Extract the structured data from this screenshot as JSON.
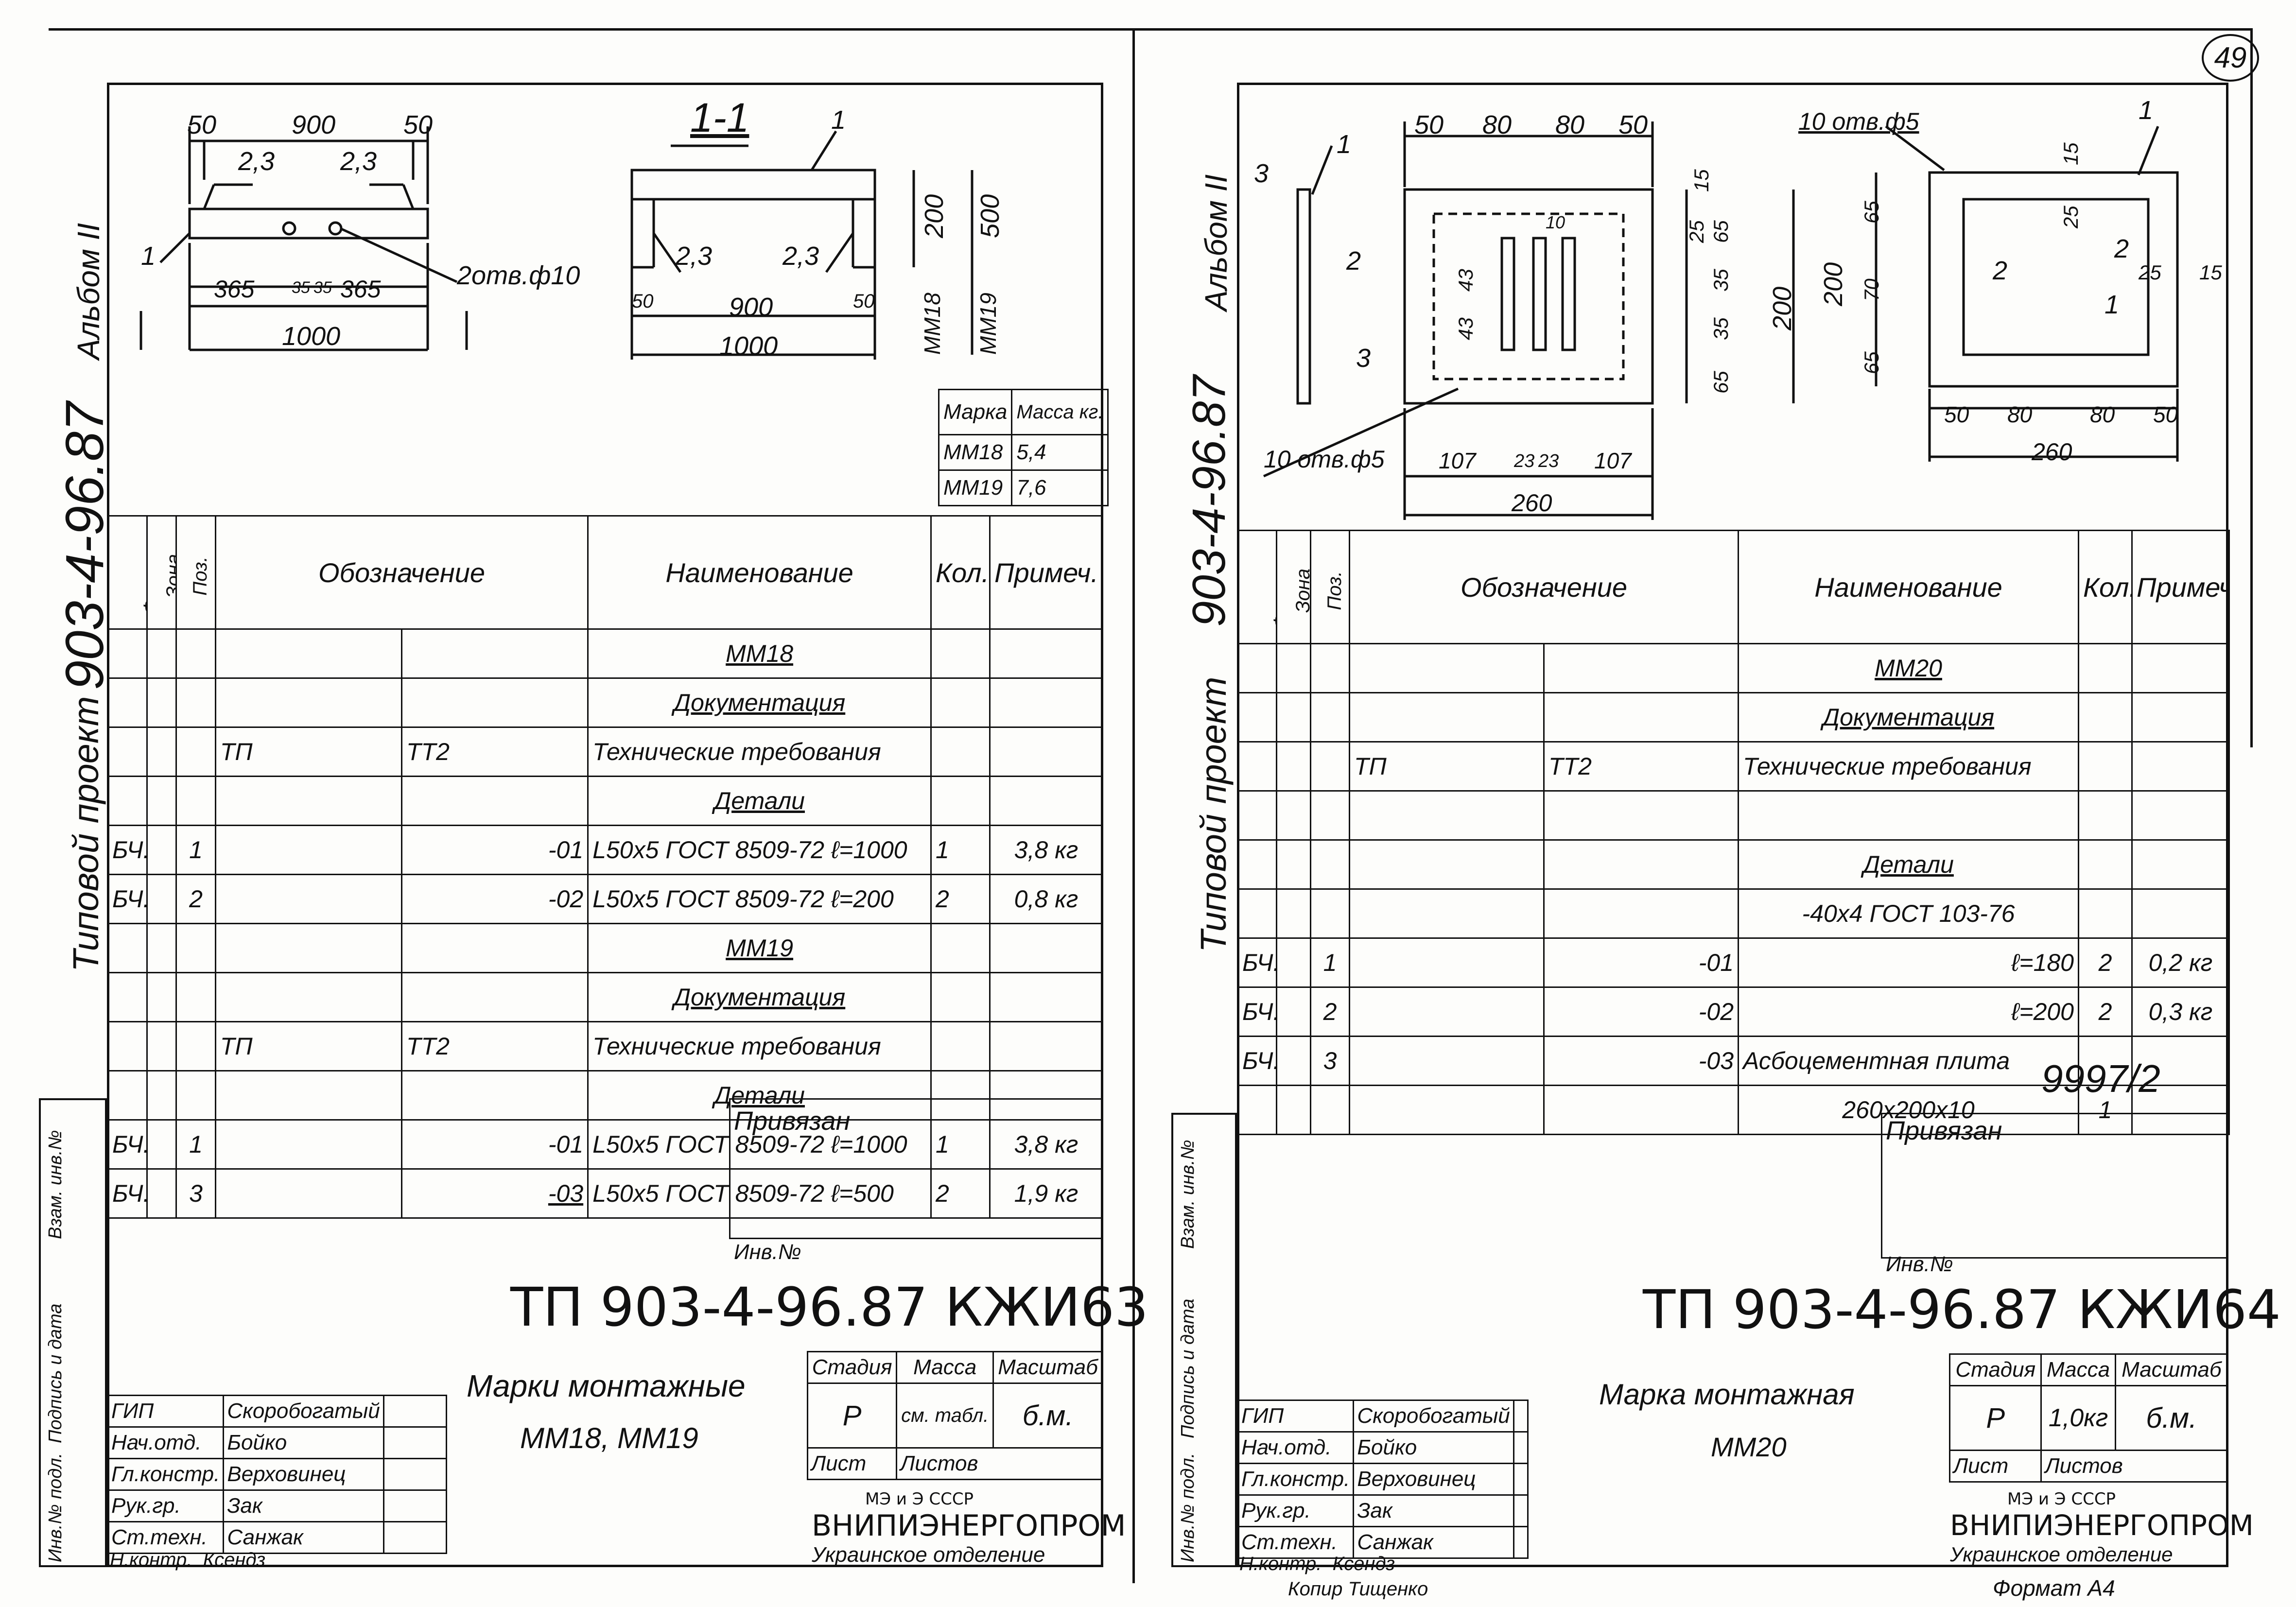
{
  "page_number": "49",
  "left": {
    "side_project": "Типовой проект",
    "side_code": "903-4-96.87",
    "side_album": "Альбом II",
    "drawing": {
      "dims_top": [
        "50",
        "900",
        "50"
      ],
      "weld": [
        "2,3",
        "2,3"
      ],
      "dims_bottom": [
        "365",
        "35",
        "35",
        "365",
        "1000"
      ],
      "holes": "2отв.ф10",
      "callout": "1",
      "section_title": "1-1",
      "section_callout": "1",
      "section_weld": [
        "2,3",
        "2,3"
      ],
      "section_dims": [
        "50",
        "900",
        "50",
        "1000"
      ],
      "section_heights": [
        "200",
        "500"
      ],
      "section_marks": [
        "ММ18",
        "ММ19"
      ]
    },
    "mass_table": {
      "headers": [
        "Марка",
        "Масса кг."
      ],
      "rows": [
        [
          "ММ18",
          "5,4"
        ],
        [
          "ММ19",
          "7,6"
        ]
      ]
    },
    "spec": {
      "headers": [
        "Формат",
        "Зона",
        "Поз.",
        "Обозначение",
        "Наименование",
        "Кол.",
        "Примеч."
      ],
      "rows": [
        [
          "",
          "",
          "",
          "",
          "",
          "ММ18",
          "",
          ""
        ],
        [
          "",
          "",
          "",
          "",
          "",
          "Документация",
          "",
          ""
        ],
        [
          "",
          "",
          "",
          "ТП",
          "ТТ2",
          "Технические требования",
          "",
          ""
        ],
        [
          "",
          "",
          "",
          "",
          "",
          "Детали",
          "",
          ""
        ],
        [
          "БЧ.",
          "",
          "1",
          "",
          "-01",
          "L50x5 ГОСТ 8509-72 ℓ=1000",
          "1",
          "3,8 кг"
        ],
        [
          "БЧ.",
          "",
          "2",
          "",
          "-02",
          "L50x5 ГОСТ 8509-72 ℓ=200",
          "2",
          "0,8 кг"
        ],
        [
          "",
          "",
          "",
          "",
          "",
          "ММ19",
          "",
          ""
        ],
        [
          "",
          "",
          "",
          "",
          "",
          "Документация",
          "",
          ""
        ],
        [
          "",
          "",
          "",
          "ТП",
          "ТТ2",
          "Технические требования",
          "",
          ""
        ],
        [
          "",
          "",
          "",
          "",
          "",
          "Детали",
          "",
          ""
        ],
        [
          "БЧ.",
          "",
          "1",
          "",
          "-01",
          "L50x5 ГОСТ 8509-72 ℓ=1000",
          "1",
          "3,8 кг"
        ],
        [
          "БЧ.",
          "",
          "3",
          "",
          "-03",
          "L50x5 ГОСТ 8509-72 ℓ=500",
          "2",
          "1,9 кг"
        ]
      ]
    },
    "side_stamps": [
      "Инв.№ подл.",
      "Подпись и дата",
      "Взам. инв.№"
    ],
    "privyazan": "Привязан",
    "inv_no": "Инв.№",
    "title_code": "ТП   903-4-96.87   КЖИ63",
    "title_name": "Марки монтажные",
    "title_sub": "ММ18, ММ19",
    "stage_headers": [
      "Стадия",
      "Масса",
      "Масштаб"
    ],
    "stage_values": [
      "Р",
      "см. табл.",
      "б.м."
    ],
    "sheet_headers": [
      "Лист",
      "Листов"
    ],
    "people": [
      [
        "ГИП",
        "Скоробогатый"
      ],
      [
        "Нач.отд.",
        "Бойко"
      ],
      [
        "Гл.констр.",
        "Верховинец"
      ],
      [
        "Рук.гр.",
        "Зак"
      ],
      [
        "Ст.техн.",
        "Санжак"
      ],
      [
        "Н.контр.",
        "Ксендз"
      ]
    ],
    "org_top": "МЭ и Э СССР",
    "org_name": "ВНИПИЭНЕРГОПРОМ",
    "org_sub": "Украинское отделение"
  },
  "right": {
    "side_project": "Типовой проект",
    "side_code": "903-4-96.87",
    "side_album": "Альбом II",
    "drawing": {
      "dims_top": [
        "50",
        "80",
        "80",
        "50"
      ],
      "callouts": [
        "3",
        "1",
        "2",
        "3",
        "1",
        "2",
        "2",
        "1"
      ],
      "dims_right": [
        "15",
        "25",
        "65",
        "35",
        "35",
        "65",
        "200"
      ],
      "dims_left": [
        "43",
        "43"
      ],
      "slot": "10",
      "holes": "10 отв.ф5",
      "dims_bottom": [
        "107",
        "23",
        "23",
        "107",
        "260"
      ],
      "plan_holes": "10 отв.ф5",
      "plan_dims_top": [
        "15",
        "25",
        "25",
        "15"
      ],
      "plan_dims_left": [
        "200",
        "65",
        "70",
        "65"
      ],
      "plan_dims_bottom": [
        "50",
        "80",
        "80",
        "50",
        "260"
      ]
    },
    "spec": {
      "headers": [
        "Формат",
        "Зона",
        "Поз.",
        "Обозначение",
        "Наименование",
        "Кол.",
        "Примеч."
      ],
      "rows": [
        [
          "",
          "",
          "",
          "",
          "",
          "ММ20",
          "",
          ""
        ],
        [
          "",
          "",
          "",
          "",
          "",
          "Документация",
          "",
          ""
        ],
        [
          "",
          "",
          "",
          "ТП",
          "ТТ2",
          "Технические требования",
          "",
          ""
        ],
        [
          "",
          "",
          "",
          "",
          "",
          "",
          "",
          ""
        ],
        [
          "",
          "",
          "",
          "",
          "",
          "Детали",
          "",
          ""
        ],
        [
          "",
          "",
          "",
          "",
          "",
          "-40x4 ГОСТ 103-76",
          "",
          ""
        ],
        [
          "БЧ.",
          "",
          "1",
          "",
          "-01",
          "ℓ=180",
          "2",
          "0,2 кг"
        ],
        [
          "БЧ.",
          "",
          "2",
          "",
          "-02",
          "ℓ=200",
          "2",
          "0,3 кг"
        ],
        [
          "БЧ.",
          "",
          "3",
          "",
          "-03",
          "Асбоцементная плита",
          "",
          ""
        ],
        [
          "",
          "",
          "",
          "",
          "",
          "260x200x10",
          "1",
          ""
        ]
      ]
    },
    "handwritten": "9997/2",
    "side_stamps": [
      "Инв.№ подл.",
      "Подпись и дата",
      "Взам. инв.№"
    ],
    "privyazan": "Привязан",
    "inv_no": "Инв.№",
    "title_code": "ТП   903-4-96.87   КЖИ64",
    "title_name": "Марка монтажная",
    "title_sub": "ММ20",
    "stage_headers": [
      "Стадия",
      "Масса",
      "Масштаб"
    ],
    "stage_values": [
      "Р",
      "1,0кг",
      "б.м."
    ],
    "sheet_headers": [
      "Лист",
      "Листов"
    ],
    "people": [
      [
        "ГИП",
        "Скоробогатый"
      ],
      [
        "Нач.отд.",
        "Бойко"
      ],
      [
        "Гл.констр.",
        "Верховинец"
      ],
      [
        "Рук.гр.",
        "Зак"
      ],
      [
        "Ст.техн.",
        "Санжак"
      ],
      [
        "Н.контр.",
        "Ксендз"
      ]
    ],
    "org_top": "МЭ и Э СССР",
    "org_name": "ВНИПИЭНЕРГОПРОМ",
    "org_sub": "Украинское отделение",
    "footer_note": "Копир Тищенко",
    "format": "Формат А4"
  }
}
